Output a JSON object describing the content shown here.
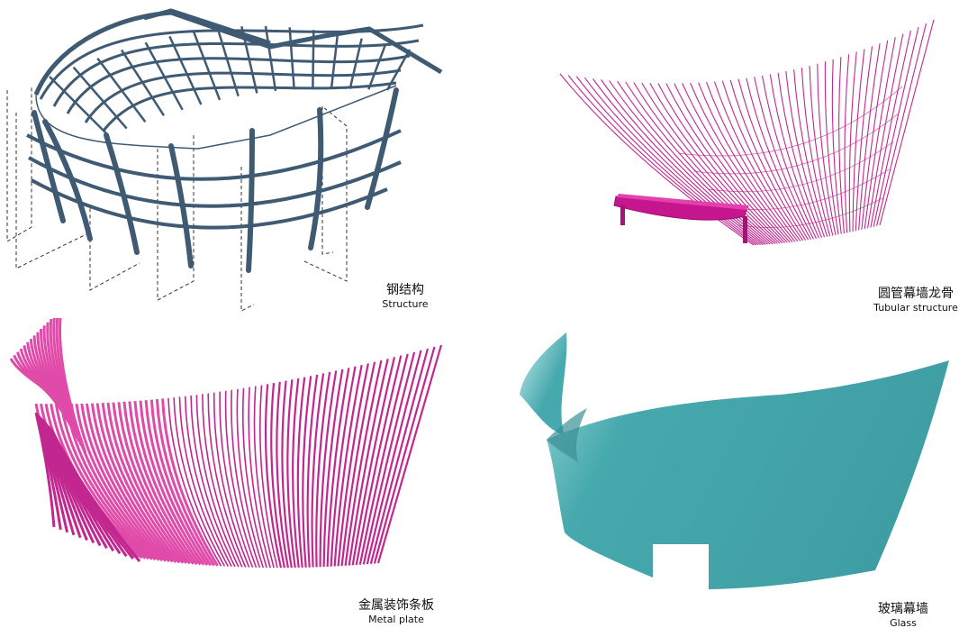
{
  "panels": [
    {
      "zh": "钢结构",
      "en": "Structure"
    },
    {
      "zh": "圆管幕墙龙骨",
      "en": "Tubular structure"
    },
    {
      "zh": "金属装饰条板",
      "en": "Metal plate"
    },
    {
      "zh": "玻璃幕墙",
      "en": "Glass"
    }
  ],
  "colors": {
    "steel": "#3f5a73",
    "magenta": "#c2278f",
    "magenta_light": "#e04aa8",
    "glass": "#46a9ad",
    "glass_light": "#8fd1d1",
    "dash": "#333333"
  }
}
